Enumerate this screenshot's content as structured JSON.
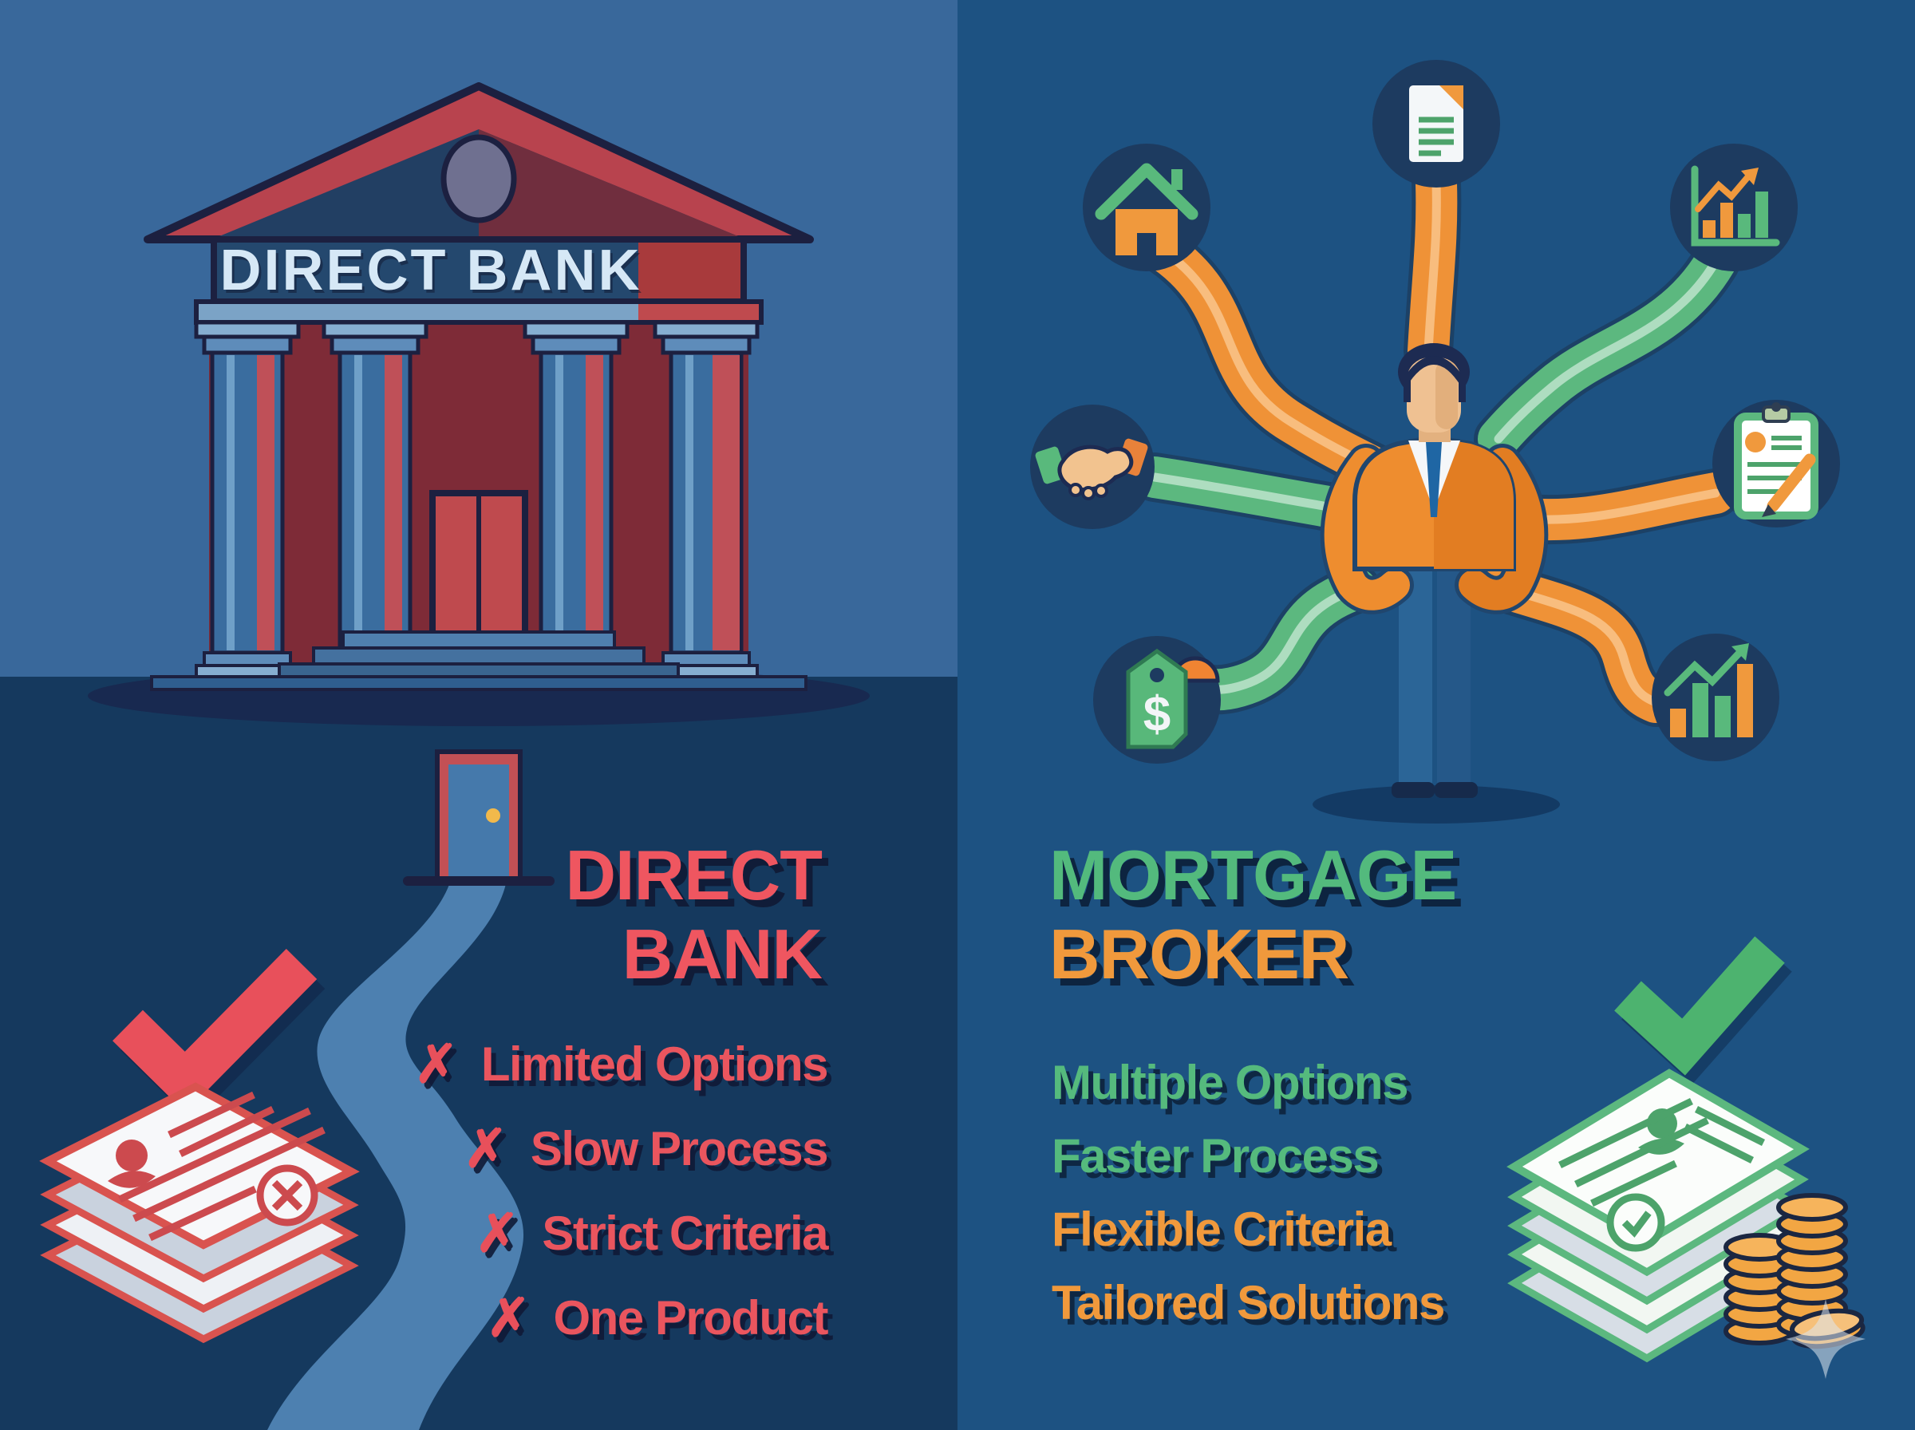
{
  "meta": {
    "title": "Direct Bank vs Mortgage Broker comparison infographic"
  },
  "left_panel": {
    "bank_sign": "DIRECT BANK",
    "heading": {
      "line1": "DIRECT",
      "line2": "BANK"
    },
    "cross_mark": "✗",
    "items": [
      {
        "label": "Limited Options"
      },
      {
        "label": "Slow Process"
      },
      {
        "label": "Strict Criteria"
      },
      {
        "label": "One Product"
      }
    ],
    "colors": {
      "background_top": "#39689B",
      "background_bottom": "#15395E",
      "accent_red": "#EA555E",
      "building_red": "#B8434E",
      "path_blue": "#4D80B0"
    }
  },
  "right_panel": {
    "heading": {
      "line1": "MORTGAGE",
      "line2": "BROKER"
    },
    "items": [
      {
        "label": "Multiple Options",
        "color": "green"
      },
      {
        "label": "Faster Process",
        "color": "green"
      },
      {
        "label": "Flexible Criteria",
        "color": "orange"
      },
      {
        "label": "Tailored Solutions",
        "color": "orange"
      }
    ],
    "price_tag_symbol": "$",
    "colors": {
      "background": "#1D5282",
      "green": "#55BA7D",
      "orange": "#F0993C",
      "ribbon_orange": "#EF9237",
      "ribbon_green": "#5CB87F",
      "icon_circle": "#1D3B60",
      "coin_orange": "#F2A643"
    }
  },
  "icons": [
    "house-icon",
    "document-icon",
    "line-chart-icon",
    "handshake-icon",
    "clipboard-icon",
    "price-tag-icon",
    "bar-chart-icon",
    "cross-mark-icon",
    "red-checkmark-icon",
    "green-checkmark-icon",
    "coin-stack-icon",
    "sparkle-icon"
  ]
}
